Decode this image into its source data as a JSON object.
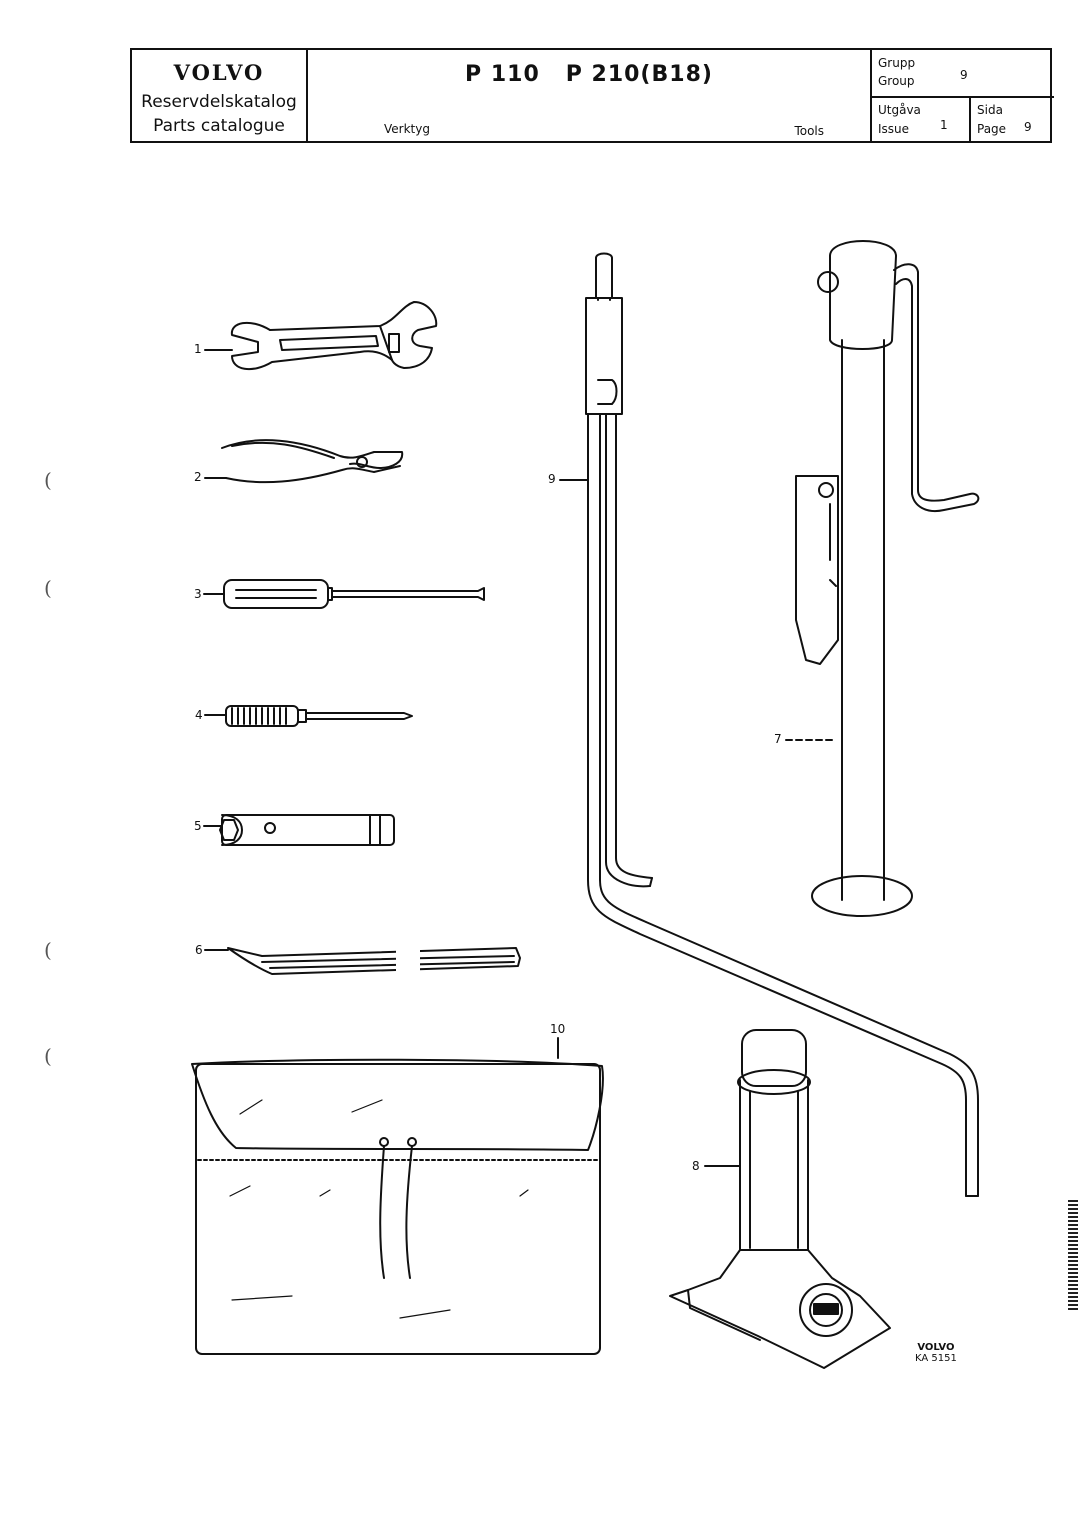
{
  "header": {
    "brand": "VOLVO",
    "catalogue_sv": "Reservdelskatalog",
    "catalogue_en": "Parts catalogue",
    "models": "P 110   P 210(B18)",
    "section_sv": "Verktyg",
    "section_en": "Tools",
    "group_label_sv": "Grupp",
    "group_label_en": "Group",
    "group_value": "9",
    "issue_label_sv": "Utgåva",
    "issue_label_en": "Issue",
    "issue_value": "1",
    "page_label_sv": "Sida",
    "page_label_en": "Page",
    "page_value": "9"
  },
  "callouts": {
    "c1": "1",
    "c2": "2",
    "c3": "3",
    "c4": "4",
    "c5": "5",
    "c6": "6",
    "c7": "7",
    "c8": "8",
    "c9": "9",
    "c10": "10"
  },
  "reference": {
    "brand": "VOLVO",
    "code": "KA 5151"
  },
  "margin_marks": {
    "paren": "("
  }
}
